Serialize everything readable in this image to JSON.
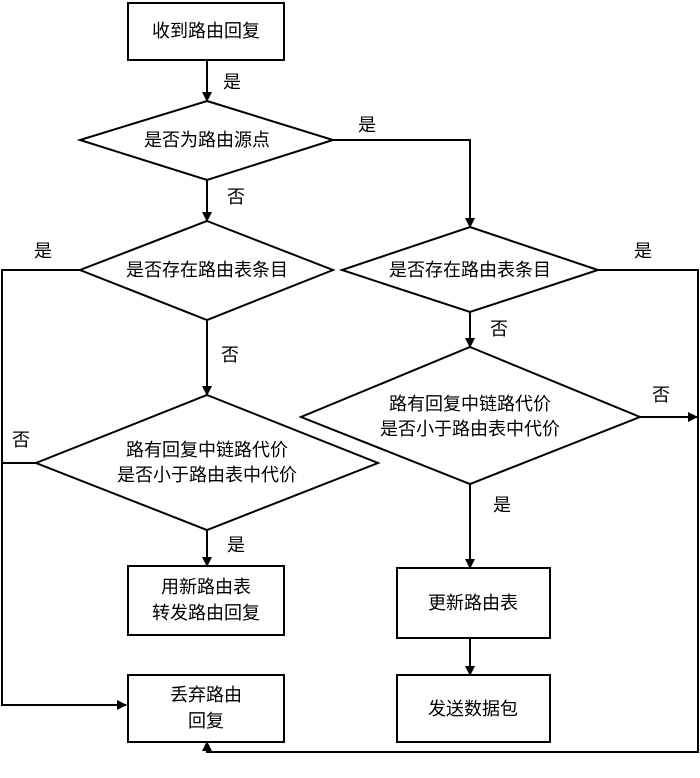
{
  "diagram": {
    "nodes": {
      "receive_reply": "收到路由回复",
      "is_source": "是否为路由源点",
      "left_entry_exists": "是否存在路由表条目",
      "right_entry_exists": "是否存在路由表条目",
      "left_cost_compare": [
        "路有回复中链路代价",
        "是否小于路由表中代价"
      ],
      "right_cost_compare": [
        "路有回复中链路代价",
        "是否小于路由表中代价"
      ],
      "update_and_forward": [
        "用新路由表",
        "转发路由回复"
      ],
      "update_table": "更新路由表",
      "discard_reply": [
        "丢弃路由",
        "回复"
      ],
      "send_packet": "发送数据包"
    },
    "edge_labels": {
      "receive_to_source": "是",
      "source_yes": "是",
      "source_no": "否",
      "left_exists_yes": "是",
      "left_exists_no": "否",
      "left_cost_no": "否",
      "left_cost_yes": "是",
      "right_exists_yes": "是",
      "right_exists_no": "否",
      "right_cost_no": "否",
      "right_cost_yes": "是"
    }
  }
}
